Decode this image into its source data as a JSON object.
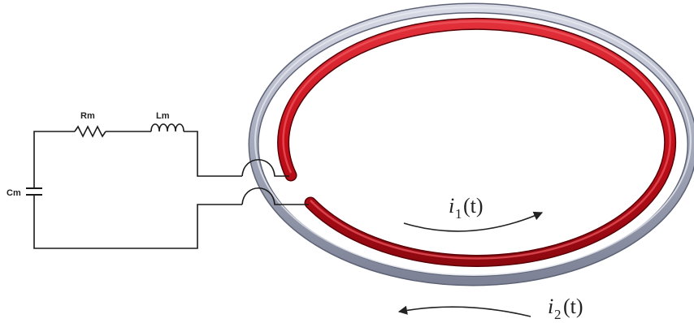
{
  "labels": {
    "resistor": "Rm",
    "inductor": "Lm",
    "capacitor": "Cm",
    "current1": {
      "symbol": "i",
      "sub": "1",
      "arg": "(t)"
    },
    "current2": {
      "symbol": "i",
      "sub": "2",
      "arg": "(t)"
    }
  },
  "colors": {
    "outer_ring": "#a7acbd",
    "inner_ring": "#c7101c",
    "wire": "#1a1a1a"
  }
}
